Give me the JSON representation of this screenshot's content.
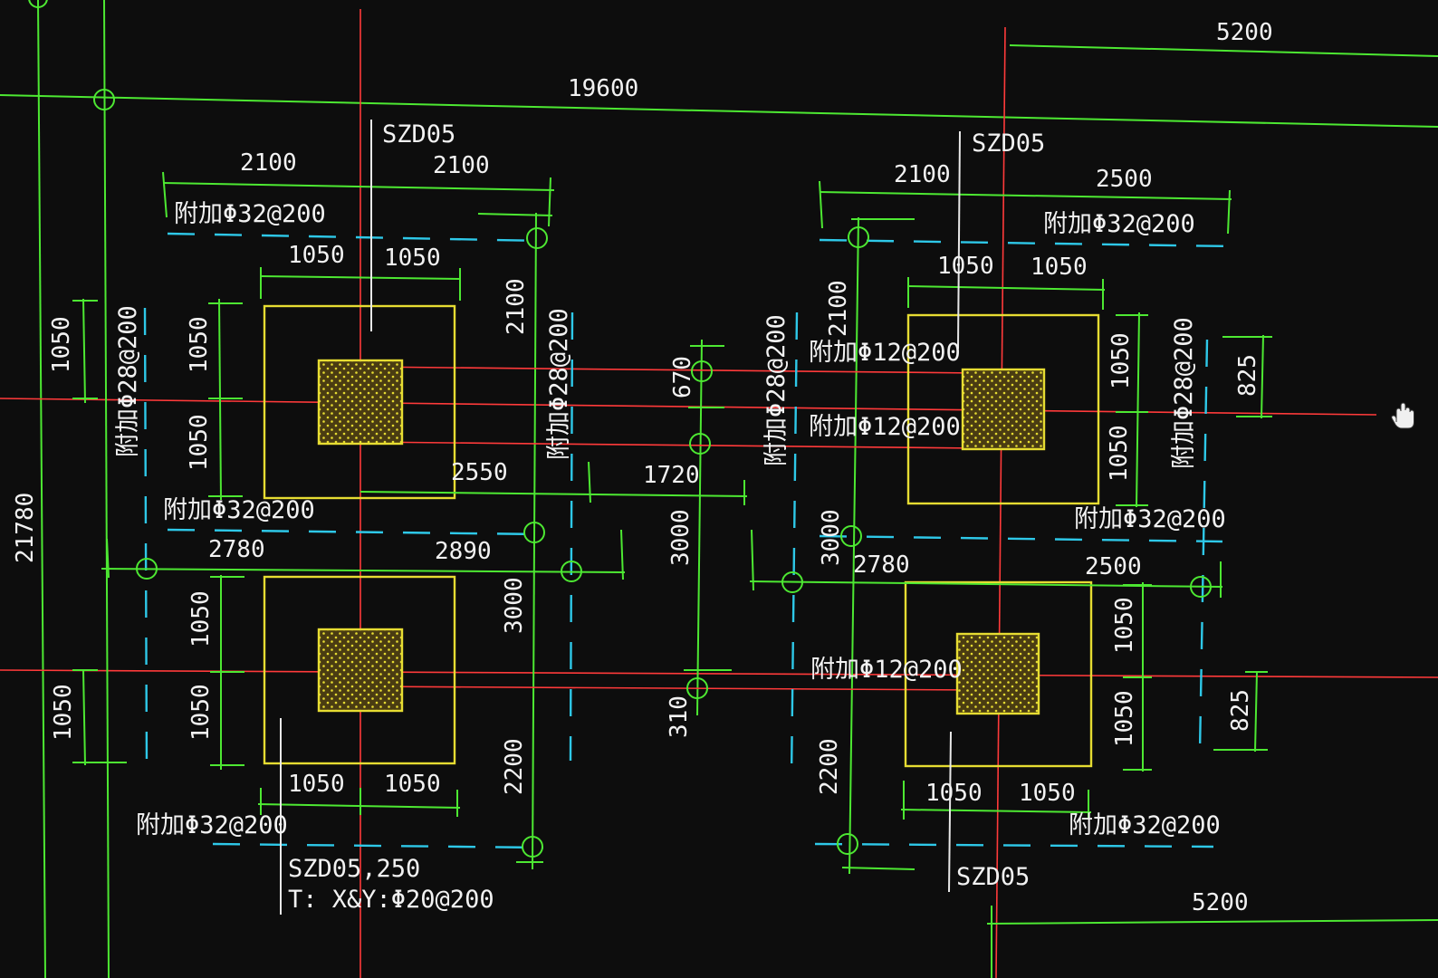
{
  "overall_dims": {
    "width_total": "19600",
    "height_total": "21780",
    "top_right": "5200",
    "bottom_right": "5200"
  },
  "pile_cap_tag": {
    "top_left": "SZD05",
    "top_right": "SZD05",
    "bottom_right": "SZD05",
    "bottom_left": "SZD05,250",
    "bottom_left_rebar": "T: X&Y:Φ20@200"
  },
  "rebar_notes": {
    "top_left_h": "附加Φ32@200",
    "mid_left_h": "附加Φ32@200",
    "bottom_left_h": "附加Φ32@200",
    "top_right_h": "附加Φ32@200",
    "mid_right_h": "附加Φ32@200",
    "bottom_right_h": "附加Φ32@200",
    "left_v": "附加Φ28@200",
    "center_left_v": "附加Φ28@200",
    "center_right_v": "附加Φ28@200",
    "right_v": "附加Φ28@200",
    "beam1": "附加Φ12@200",
    "beam2": "附加Φ12@200",
    "beam3": "附加Φ12@200"
  },
  "dims": {
    "tl_2100a": "2100",
    "tl_2100b": "2100",
    "tl_1050a": "1050",
    "tl_1050b": "1050",
    "tr_2100": "2100",
    "tr_2500": "2500",
    "tr_1050a": "1050",
    "tr_1050b": "1050",
    "lv_1050_outer": "1050",
    "lv_1050_a": "1050",
    "lv_1050_b": "1050",
    "c_2550": "2550",
    "c_1720": "1720",
    "c_2780": "2780",
    "c_2890": "2890",
    "v_2100": "2100",
    "v_3000a": "3000",
    "v_3000b": "3000",
    "v_3000c": "3000",
    "v_2200a": "2200",
    "v_2200b": "2200",
    "v_670": "670",
    "v_310": "310",
    "v_2100b": "2100",
    "rv_1050a": "1050",
    "rv_1050b": "1050",
    "rv_825a": "825",
    "br_2780": "2780",
    "br_2500": "2500",
    "br_1050a": "1050",
    "br_1050b": "1050",
    "brv_1050a": "1050",
    "brv_1050b": "1050",
    "rv_825b": "825",
    "bl_1050a": "1050",
    "bl_1050b": "1050",
    "blv_1050a": "1050",
    "blv_1050b": "1050",
    "blv_outer": "1050"
  },
  "cursor_icon": "hand-cursor-icon"
}
